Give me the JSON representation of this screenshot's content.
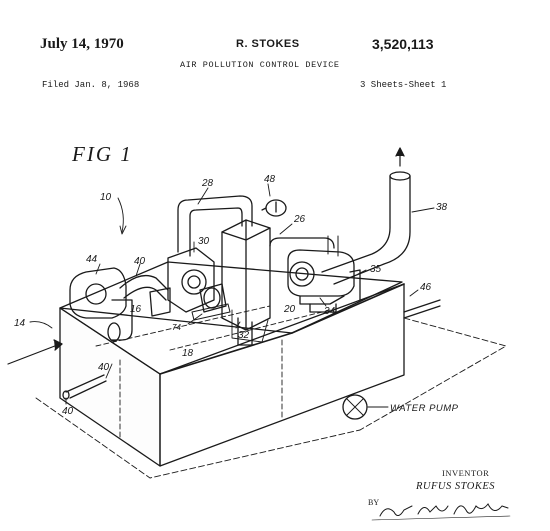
{
  "header": {
    "date": "July 14, 1970",
    "inventor_short": "R. STOKES",
    "patent_number": "3,520,113",
    "title": "AIR POLLUTION CONTROL DEVICE",
    "filed": "Filed Jan. 8, 1968",
    "sheets": "3 Sheets-Sheet 1"
  },
  "figure": {
    "label": "FIG 1",
    "refs": {
      "r10": "10",
      "r14": "14",
      "r16": "16",
      "r18": "18",
      "r20": "20",
      "r26": "26",
      "r28": "28",
      "r30": "30",
      "r32": "32",
      "r34": "34",
      "r35": "35",
      "r38": "38",
      "r40a": "40",
      "r40b": "40",
      "r40c": "40",
      "r44": "44",
      "r46": "46",
      "r48": "48",
      "r74": "74"
    },
    "water_pump": "WATER PUMP"
  },
  "footer": {
    "inventor_label": "INVENTOR",
    "inventor_name": "RUFUS STOKES",
    "by": "BY"
  }
}
